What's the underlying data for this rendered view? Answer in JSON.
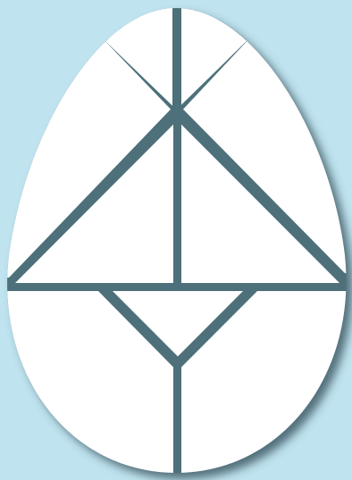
{
  "puzzle": {
    "type": "egg-tangram",
    "piece_count": 9,
    "colors": {
      "background": "#bfe3ef",
      "piece_fill": "#ffffff",
      "gap": "#4e6f7a",
      "shadow": "#2f4a55"
    },
    "pieces": [
      "top-left-cap",
      "top-right-cap",
      "left-large-triangle",
      "right-large-triangle",
      "left-side-arc",
      "right-side-arc",
      "center-small-triangle",
      "bottom-left-quarter",
      "bottom-right-quarter"
    ]
  }
}
